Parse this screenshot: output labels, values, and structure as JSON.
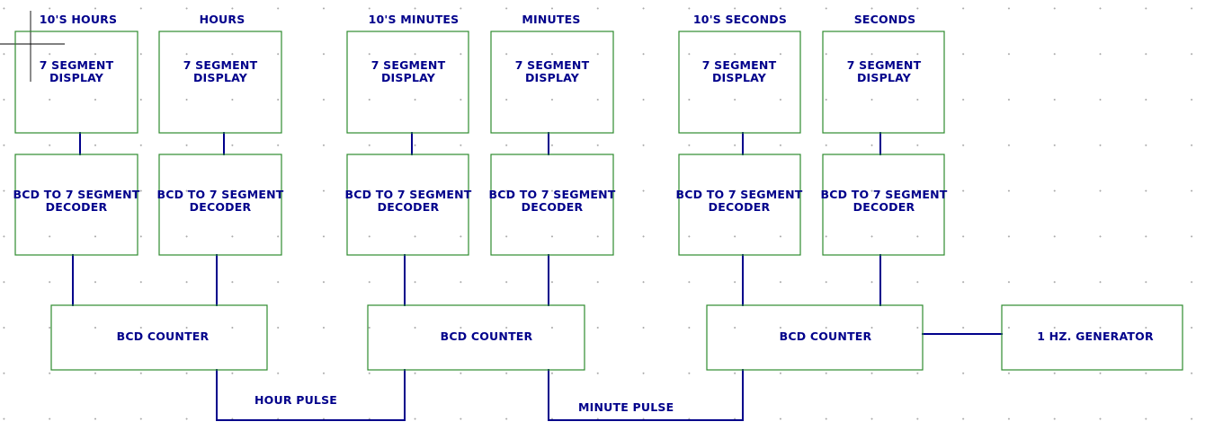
{
  "columns": [
    {
      "heading": "10'S HOURS"
    },
    {
      "heading": "HOURS"
    },
    {
      "heading": "10'S MINUTES"
    },
    {
      "heading": "MINUTES"
    },
    {
      "heading": "10'S SECONDS"
    },
    {
      "heading": "SECONDS"
    }
  ],
  "display_block": {
    "line1": "7 SEGMENT",
    "line2": "DISPLAY"
  },
  "decoder_block": {
    "line1": "BCD TO 7 SEGMENT",
    "line2": "DECODER"
  },
  "counters": [
    {
      "label": "BCD COUNTER"
    },
    {
      "label": "BCD COUNTER"
    },
    {
      "label": "BCD COUNTER"
    }
  ],
  "generator": {
    "label": "1 HZ. GENERATOR"
  },
  "signals": {
    "hour_pulse": "HOUR PULSE",
    "minute_pulse": "MINUTE PULSE"
  },
  "colors": {
    "block_outline": "#2e8b2e",
    "wire_and_text": "#00008b",
    "grid_dot": "#a9a9a9",
    "background": "#ffffff"
  }
}
